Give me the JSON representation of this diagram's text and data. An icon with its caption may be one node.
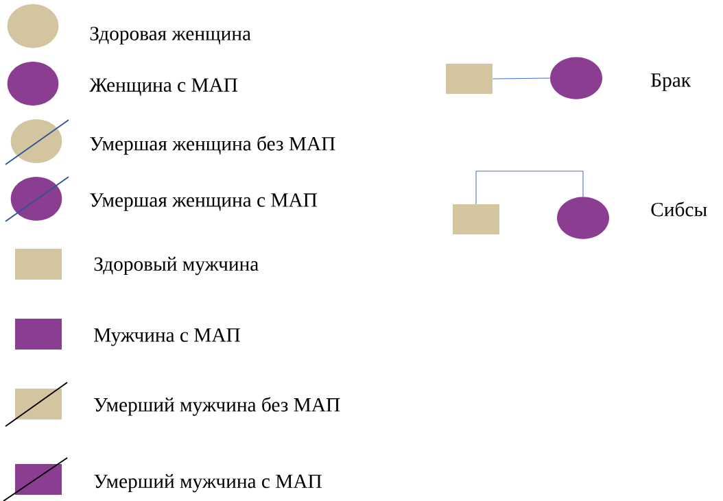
{
  "diagram": {
    "nodes": [
      {
        "text": [],
        "shape": "box"
      },
      {
        "text": [],
        "shape": "circle"
      },
      {
        "text": [],
        "shape": "box"
      },
      {
        "text": [],
        "shape": "circle"
      }
    ],
    "edges": [
      {
        "from": 0,
        "to": 1,
        "arrow": "none"
      },
      {
        "from": 2,
        "to": 3,
        "arrow": "none"
      }
    ],
    "labels": [
      "Брак",
      "Сибсы"
    ],
    "legend": [
      {
        "text": "Здоровая женщина"
      },
      {
        "text": "Женщина с МАП"
      },
      {
        "text": "Умершая женщина без МАП"
      },
      {
        "text": "Умершая женщина с МАП"
      },
      {
        "text": "Здоровый мужчина"
      },
      {
        "text": "Мужчина с МАП"
      },
      {
        "text": "Умерший мужчина без МАП"
      },
      {
        "text": "Умерший мужчина с МАП"
      }
    ]
  }
}
